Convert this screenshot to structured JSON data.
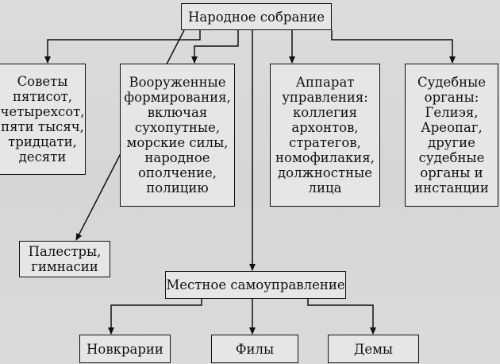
{
  "boxes": {
    "top": "Народное собрание",
    "councils": "Советы\nпятисот,\nчетырехсот,\nпяти тысяч,\nтридцати,\nдесяти",
    "armed": "Вооруженные\nформирования,\nвключая\nсухопутные,\nморские силы,\nнародное\nополчение,\nполицию",
    "admin": "Аппарат\nуправления:\nколлегия\nархонтов,\nстратегов,\nномофилакия,\nдолжностные\nлица",
    "courts": "Судебные\nорганы:\nГелиэя,\nАреопаг,\nдругие\nсудебные\nорганы и\nинстанции",
    "palestry": "Палестры,\nгимнасии",
    "local": "Местное самоуправление",
    "naukrary": "Новкрарии",
    "fily": "Филы",
    "demy": "Демы"
  }
}
